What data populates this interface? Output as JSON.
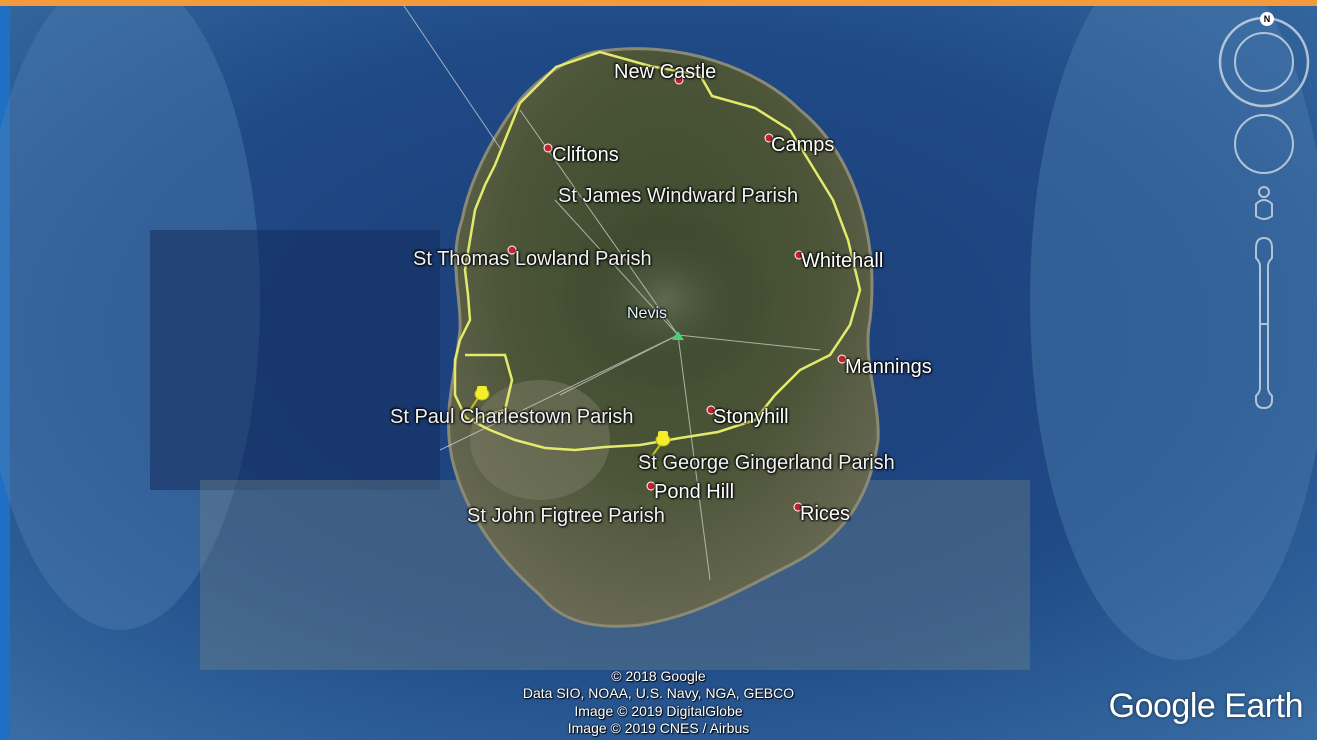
{
  "map": {
    "accent_bar_color": "#f39a3d",
    "left_edge_color": "#1f6fc4",
    "boundary_color": "#e3ea6b",
    "town_marker_color": "#c8202d",
    "pin_color": "#f4ee2a",
    "peak_marker_color": "#49d16f"
  },
  "places": {
    "new_castle": "New Castle",
    "cliftons": "Cliftons",
    "camps": "Camps",
    "st_james": "St James Windward Parish",
    "st_thomas": "St Thomas Lowland Parish",
    "whitehall": "Whitehall",
    "nevis": "Nevis",
    "mannings": "Mannings",
    "st_paul": "St Paul Charlestown Parish",
    "stonyhill": "Stonyhill",
    "st_george": "St George Gingerland Parish",
    "pond_hill": "Pond Hill",
    "st_john": "St John Figtree Parish",
    "rices": "Rices"
  },
  "compass": {
    "north_label": "N"
  },
  "attribution": {
    "line1": "© 2018 Google",
    "line2": "Data SIO, NOAA, U.S. Navy, NGA, GEBCO",
    "line3": "Image © 2019 DigitalGlobe",
    "line4": "Image © 2019 CNES / Airbus"
  },
  "brand": {
    "name": "Google Earth"
  }
}
